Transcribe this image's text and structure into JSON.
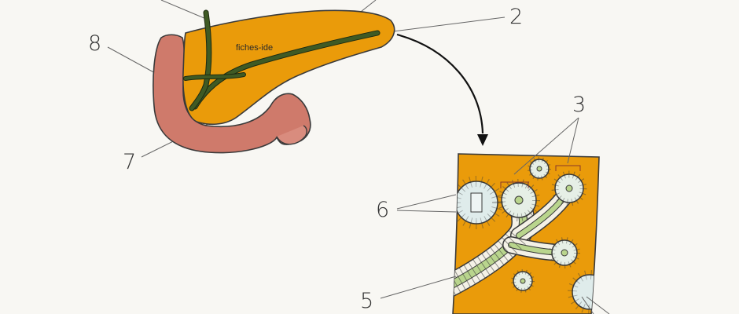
{
  "watermark": "fiches-ide",
  "labels": {
    "n2": "2",
    "n3": "3",
    "n5": "5",
    "n6": "6",
    "n7": "7",
    "n8": "8"
  },
  "colors": {
    "pancreas": "#ea9b0a",
    "duodenum": "#cf7a6b",
    "duct": "#3f5a24",
    "acinus": "#dfeceb",
    "tissue": "#ea9b0a",
    "duct_lumen": "#b9d58d"
  }
}
